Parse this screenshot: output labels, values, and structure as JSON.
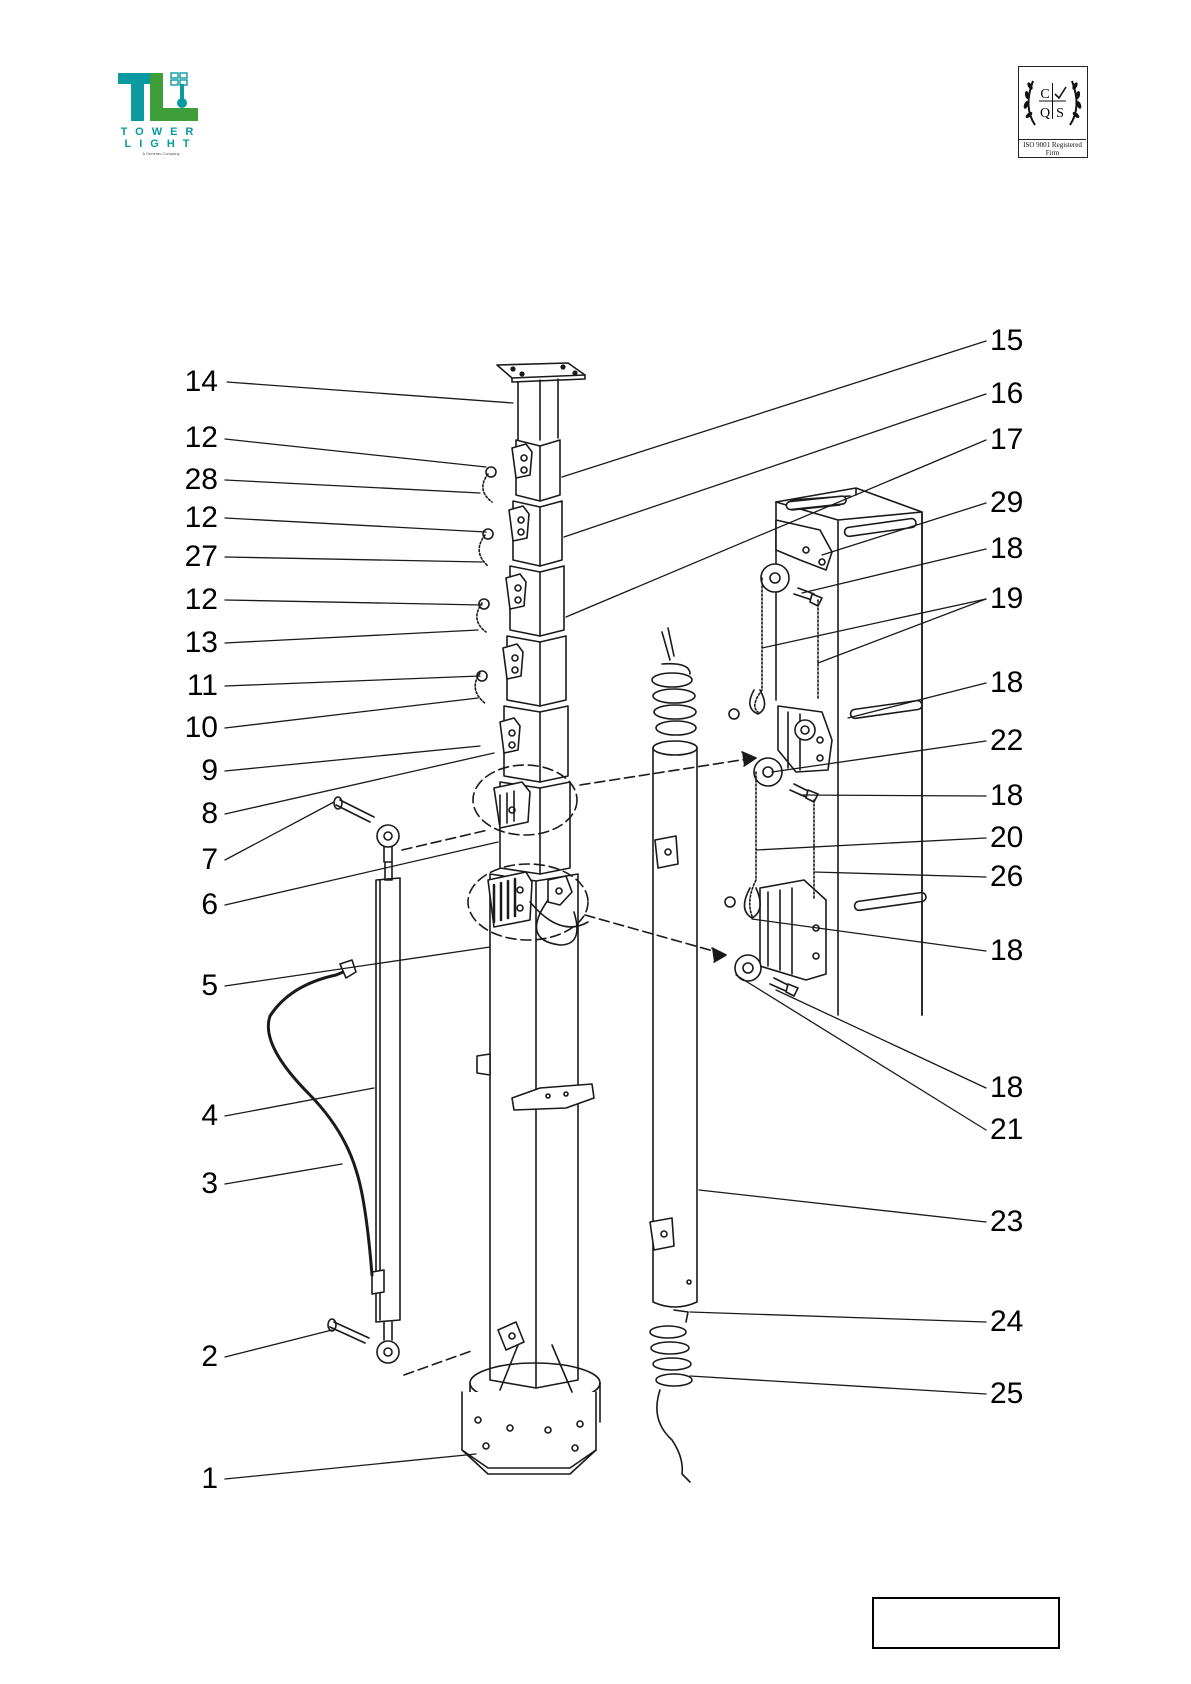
{
  "header": {
    "logo_words": [
      "TOWER",
      "LIGHT"
    ],
    "logo_tagline": "A Generac Company",
    "cert_letters": [
      "C",
      "Q",
      "S"
    ],
    "cert_caption_1": "ISO 9001 Registered",
    "cert_caption_2": "Firm"
  },
  "callouts_left": [
    "14",
    "12",
    "28",
    "12",
    "27",
    "12",
    "13",
    "11",
    "10",
    "9",
    "8",
    "7",
    "6",
    "5",
    "4",
    "3",
    "2",
    "1"
  ],
  "callouts_right": [
    "15",
    "16",
    "17",
    "29",
    "18",
    "19",
    "18",
    "22",
    "18",
    "20",
    "26",
    "18",
    "18",
    "21",
    "23",
    "24",
    "25"
  ],
  "colors": {
    "ink": "#1a1a1a",
    "teal": "#0a9aa0",
    "green": "#3e9e3a"
  }
}
